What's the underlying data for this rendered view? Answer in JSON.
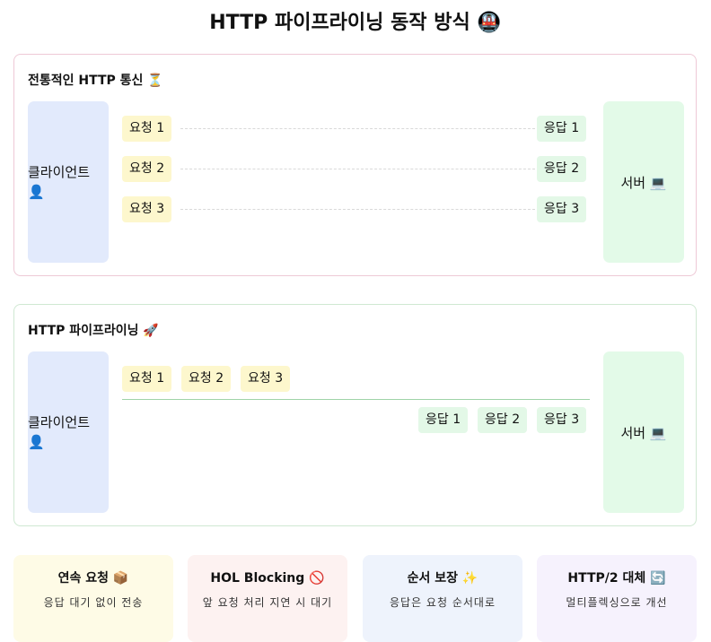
{
  "title": "HTTP 파이프라이닝 동작 방식 🚇",
  "traditional": {
    "title": "전통적인 HTTP 통신 ⏳",
    "client": "클라이언트",
    "client_icon": "👤",
    "server": "서버 💻",
    "requests": [
      "요청 1",
      "요청 2",
      "요청 3"
    ],
    "responses": [
      "응답 1",
      "응답 2",
      "응답 3"
    ]
  },
  "pipelining": {
    "title": "HTTP 파이프라이닝 🚀",
    "client": "클라이언트",
    "client_icon": "👤",
    "server": "서버 💻",
    "requests": [
      "요청 1",
      "요청 2",
      "요청 3"
    ],
    "responses": [
      "응답 1",
      "응답 2",
      "응답 3"
    ]
  },
  "cards": [
    {
      "title": "연속 요청 📦",
      "desc": "응답 대기 없이 전송",
      "bg": "#fefbe6"
    },
    {
      "title": "HOL Blocking 🚫",
      "desc": "앞 요청 처리 지연 시 대기",
      "bg": "#fdf2f1"
    },
    {
      "title": "순서 보장 ✨",
      "desc": "응답은 요청 순서대로",
      "bg": "#eef3fc"
    },
    {
      "title": "HTTP/2 대체 🔄",
      "desc": "멀티플렉싱으로 개선",
      "bg": "#f6f2fd"
    }
  ]
}
